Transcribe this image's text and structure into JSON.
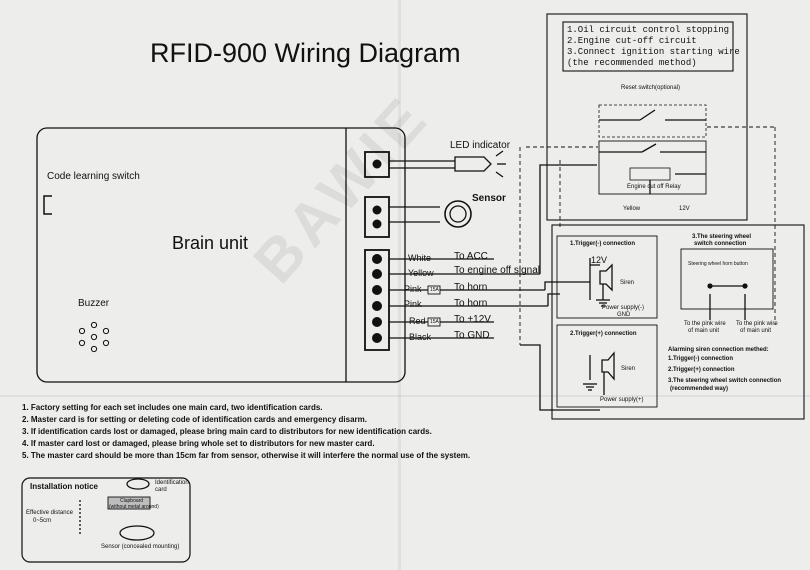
{
  "title": "RFID-900 Wiring Diagram",
  "watermark": "BAWIE",
  "brain_unit": {
    "label": "Brain unit",
    "code_switch": "Code learning switch",
    "buzzer": "Buzzer"
  },
  "led_label": "LED indicator",
  "sensor_label": "Sensor",
  "wires": [
    {
      "color": "White",
      "dest": "To ACC",
      "fuse": ""
    },
    {
      "color": "Yellow",
      "dest": "To engine off signal",
      "fuse": ""
    },
    {
      "color": "Pink",
      "dest": "To horn",
      "fuse": "15A"
    },
    {
      "color": "Pink",
      "dest": "To horn",
      "fuse": ""
    },
    {
      "color": "Red",
      "dest": "To +12V",
      "fuse": "15A"
    },
    {
      "color": "Black",
      "dest": "To GND",
      "fuse": ""
    }
  ],
  "oil_box": {
    "lines": [
      "1.Oil circuit control stopping",
      "2.Engine cut-off circuit",
      "3.Connect ignition starting wire",
      "(the recommended method)"
    ],
    "reset_switch": "Reset switch(optional)",
    "relay": "Engine cut off Relay",
    "yellow": "Yellow",
    "v12": "12V"
  },
  "siren_panel": {
    "trig_neg": "1.Trigger(-) connection",
    "v12": "12V",
    "siren": "Siren",
    "power_neg": "Power supply(-)",
    "gnd": "GND",
    "trig_pos": "2.Trigger(+) connection",
    "siren2": "Siren",
    "power_pos": "Power supply(+)",
    "steering_title": [
      "3.The steering wheel",
      "switch connection"
    ],
    "horn_button": "Steering wheel horn button",
    "pink_wire_left": [
      "To the pink wire",
      "of main unit"
    ],
    "pink_wire_right": [
      "To the pink wire",
      "of main unit"
    ],
    "methods_title": "Alarming siren connection methed:",
    "methods": [
      "1.Trigger(-) connection",
      "2.Trigger(+) connection",
      "3.The steering wheel switch connection",
      "(recommended way)"
    ]
  },
  "notes": [
    "1. Factory setting for each set includes one main card, two identification cards.",
    "2. Master card is for setting or deleting code of identification cards and emergency disarm.",
    "3. If identification cards lost or damaged, please bring main card to distributors for new identification cards.",
    "4. If master card lost or damaged, please bring whole set to distributors for new master card.",
    "5. The master card should be more than 15cm far from sensor, otherwise it will interfere the normal use of the system."
  ],
  "install": {
    "title": "Installation notice",
    "id_card": [
      "Identification",
      "card"
    ],
    "clapboard": [
      "Clapboard",
      "(without metal around)"
    ],
    "distance": [
      "Effective distance",
      "0~5cm"
    ],
    "sensor": "Sensor (concealed mounting)"
  }
}
